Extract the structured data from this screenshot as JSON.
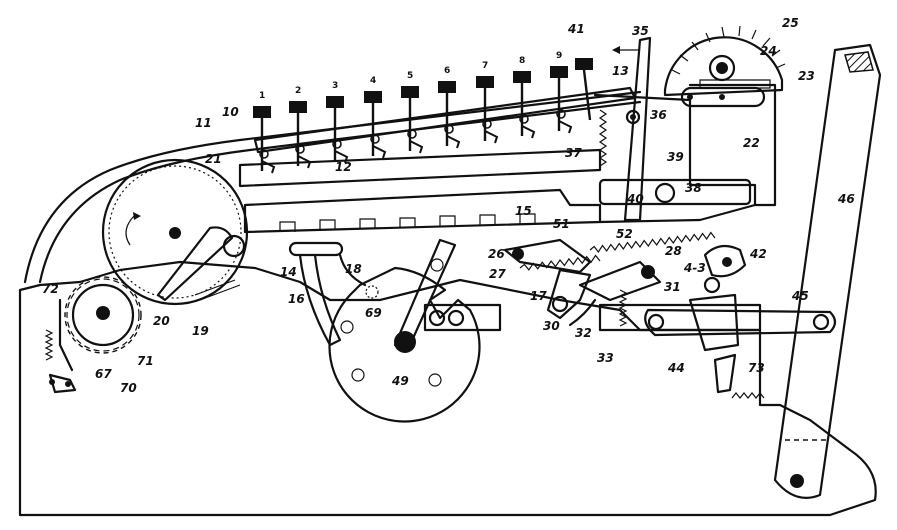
{
  "figure": {
    "key_numbers": [
      "1",
      "2",
      "3",
      "4",
      "5",
      "6",
      "7",
      "8",
      "9"
    ],
    "labels": [
      "10",
      "11",
      "12",
      "13",
      "14",
      "15",
      "16",
      "17",
      "18",
      "19",
      "20",
      "21",
      "22",
      "23",
      "24",
      "25",
      "26",
      "27",
      "28",
      "30",
      "31",
      "32",
      "33",
      "35",
      "36",
      "37",
      "38",
      "39",
      "40",
      "41",
      "42",
      "4-3",
      "44",
      "45",
      "46",
      "49",
      "51",
      "52",
      "67",
      "69",
      "70",
      "71",
      "72",
      "73"
    ]
  }
}
